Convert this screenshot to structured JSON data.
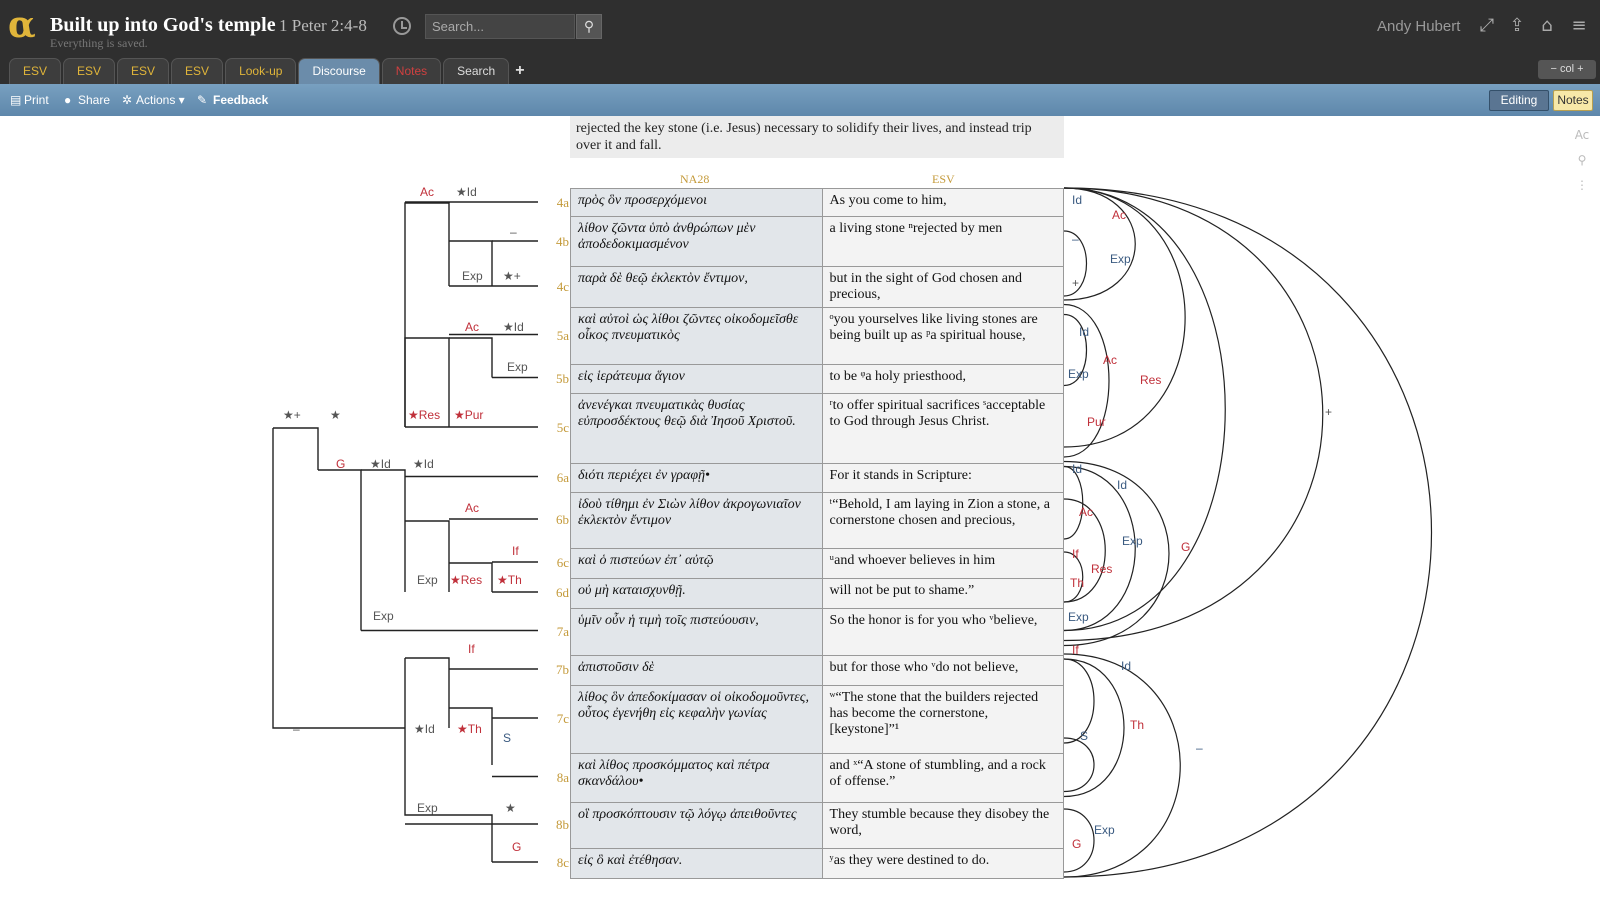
{
  "app": {
    "logo": "α",
    "title": "Built up into God's temple",
    "reference": "1 Peter 2:4-8",
    "save_status": "Everything is saved.",
    "search_placeholder": "Search...",
    "user": "Andy Hubert"
  },
  "tabs": [
    {
      "label": "ESV"
    },
    {
      "label": "ESV"
    },
    {
      "label": "ESV"
    },
    {
      "label": "ESV"
    },
    {
      "label": "Look-up"
    },
    {
      "label": "Discourse",
      "active": true
    },
    {
      "label": "Notes"
    },
    {
      "label": "Search"
    }
  ],
  "col_control": "− col +",
  "toolbar": {
    "print": "Print",
    "share": "Share",
    "actions": "Actions ▾",
    "feedback": "Feedback",
    "editing": "Editing",
    "notes": "Notes"
  },
  "note_text": "rejected the key stone (i.e. Jesus) necessary to solidify their lives, and instead trip over it and fall.",
  "columns": {
    "greek": "NA28",
    "english": "ESV"
  },
  "rows": [
    {
      "v": "4a",
      "gk": "πρὸς ὃν προσερχόμενοι",
      "en": "As you come to him,"
    },
    {
      "v": "4b",
      "gk": "λίθον ζῶντα ὑπὸ ἀνθρώπων μὲν ἀποδεδοκιμασμένον",
      "en": "a living stone ⁿrejected by men"
    },
    {
      "v": "4c",
      "gk": "παρὰ δὲ θεῷ ἐκλεκτὸν ἔντιμον,",
      "en": "but in the sight of God chosen and precious,"
    },
    {
      "v": "5a",
      "gk": "καὶ αὐτοὶ ὡς λίθοι ζῶντες οἰκοδομεῖσθε οἶκος πνευματικὸς",
      "en": "ᵒyou yourselves like living stones are being built up as ᵖa spiritual house,"
    },
    {
      "v": "5b",
      "gk": "εἰς ἱεράτευμα ἅγιον",
      "en": "to be ᵠa holy priesthood,"
    },
    {
      "v": "5c",
      "gk": "ἀνενέγκαι πνευματικὰς θυσίας εὐπροσδέκτους θεῷ διὰ Ἰησοῦ Χριστοῦ.",
      "en": "ʳto offer spiritual sacrifices ˢacceptable to God through Jesus Christ."
    },
    {
      "v": "6a",
      "gk": "διότι περιέχει ἐν γραφῇ•",
      "en": "For it stands in Scripture:"
    },
    {
      "v": "6b",
      "gk": "ἰδοὺ τίθημι ἐν Σιὼν λίθον ἀκρογωνιαῖον ἐκλεκτὸν ἔντιμον",
      "en": "ᵗ“Behold, I am laying in Zion a stone, a cornerstone chosen and precious,"
    },
    {
      "v": "6c",
      "gk": "καὶ ὁ πιστεύων ἐπ᾽ αὐτῷ",
      "en": "ᵘand whoever believes in him"
    },
    {
      "v": "6d",
      "gk": "οὐ μὴ καταισχυνθῇ.",
      "en": "will not be put to shame.”"
    },
    {
      "v": "7a",
      "gk": "ὑμῖν οὖν ἡ τιμὴ τοῖς πιστεύουσιν,",
      "en": "So the honor is for you who ᵛbelieve,"
    },
    {
      "v": "7b",
      "gk": "ἀπιστοῦσιν δὲ",
      "en": "but for those who ᵛdo not believe,"
    },
    {
      "v": "7c",
      "gk": "λίθος ὃν ἀπεδοκίμασαν οἱ οἰκοδομοῦντες, οὗτος ἐγενήθη εἰς κεφαλὴν γωνίας",
      "en": "ʷ“The stone that the builders rejected has become the cornerstone, [keystone]”¹"
    },
    {
      "v": "8a",
      "gk": "καὶ λίθος προσκόμματος καὶ πέτρα σκανδάλου•",
      "en": "and ˣ“A stone of stumbling, and a rock of offense.”"
    },
    {
      "v": "8b",
      "gk": "οἳ προσκόπτουσιν τῷ λόγῳ ἀπειθοῦντες",
      "en": "They stumble because they disobey the word,"
    },
    {
      "v": "8c",
      "gk": "εἰς ὃ καὶ ἐτέθησαν.",
      "en": "ʸas they were destined to do."
    }
  ],
  "tree_labels": {
    "ac": "Ac",
    "id": "Id",
    "exp": "Exp",
    "res": "Res",
    "pur": "Pur",
    "g": "G",
    "if": "If",
    "th": "Th",
    "s": "S",
    "dash": "–",
    "plus": "+",
    "star": "★"
  },
  "colors": {
    "accent": "#e0b53a",
    "red_label": "#c0303a",
    "blue_label": "#3a5a80",
    "tab_active": "#6b8caa"
  }
}
